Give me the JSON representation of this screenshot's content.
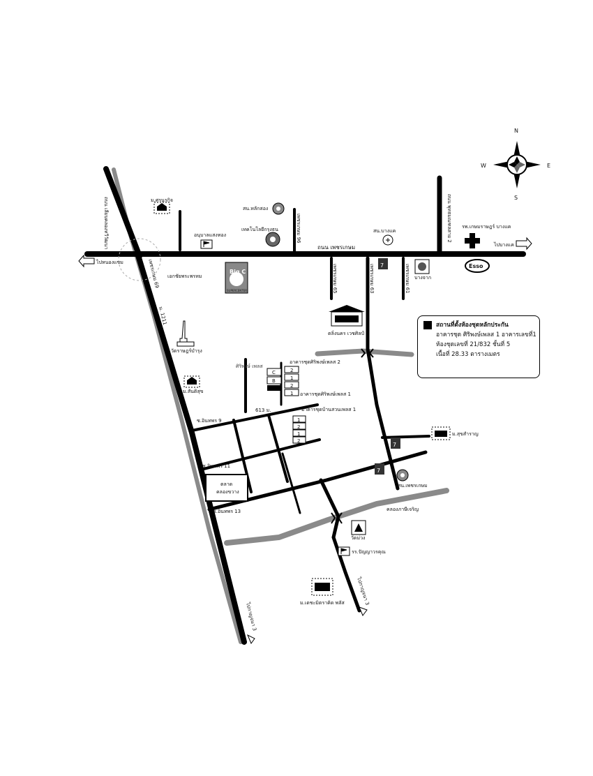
{
  "compass": {
    "n": "N",
    "s": "S",
    "e": "E",
    "w": "W"
  },
  "roads": {
    "phetkasem": "ถนน เพชรเกษม",
    "to_bang_khae": "ไปบางแค",
    "to_om_noi": "ไปหนองแขม",
    "left_vertical": "ถนน เลียบคลองทวีวัฒนา",
    "right_vertical": "ถนน พุทธมณฑลสาย 2",
    "soi_69_left": "เพชรเกษม 69",
    "soi_1211": "ม. 1211",
    "soi_96": "เพชรเกษม 96",
    "soi_65": "เพชรเกษม 65",
    "soi_63": "เพชรเกษม 63",
    "soi_61": "เพชรเกษม 61",
    "soi_613": "613 ม.",
    "inthaphot_9": "ซ.อินทพร 9",
    "inthaphot_11": "ซ.อินทพร 11",
    "inthaphot_13": "ซ.อินทพร 13",
    "to_kanchana_1": "ไปกาญจนา 3",
    "to_kanchana_2": "ไปกาญจนา 3",
    "canal": "คลองภาษีเจริญ"
  },
  "places": {
    "m_sornsukit": "ม.ศรนรกิจ",
    "anuban": "อนุบาลแสงทอง",
    "fueling_lak_song": "สน.หลักสอง",
    "tech_thai": "เทคโนโลยีกรุงธน",
    "samaw": "สน.บางแค",
    "hospital": "รพ.เกษมราษฎร์ บางแค",
    "bigc_title": "Big C",
    "bigc_sub": "SUPERCENTER",
    "ekachai": "เอกชัยพระพรหม",
    "bangchak": "บางจาก",
    "esso": "Esso",
    "seven": "7",
    "wat_rat": "วัดราษฎร์บำรุง",
    "m_santisuk": "ม.สันติสุข",
    "siriphong": "ศิริพงษ์ เพลส",
    "bldg_2": "อาคารชุดศิริพงษ์เพลส 2",
    "bldg_1": "อาคารชุดศิริพงษ์เพลส 1",
    "bldg_park": "อาคารชุดบ้านสวนเพลส 1",
    "block_c": "C",
    "block_b": "B",
    "blk_2a": "2",
    "blk_1a": "1",
    "blk_2b": "2",
    "blk_1b": "1",
    "blk_1c": "1",
    "blk_2c": "2",
    "blk_1d": "1",
    "blk_2d": "2",
    "market_1": "ตลาด",
    "market_2": "คลองขวาง",
    "thawee_building": "ตลิ่งนคร เวชศิลป์",
    "m_sukhsawat": "ม.สุขสำราญ",
    "sn_phetkasem": "สน.เพชรเกษม",
    "wat_muang": "วัดม่วง",
    "school": "รร.ปัญญาวรคุณ",
    "m_dechamitra": "ม.เดชะมิตราคิด พลัส"
  },
  "legend": {
    "title": "สถานที่ตั้งห้องชุดหลักประกัน",
    "line1": "อาคารชุด ศิริพงษ์เพลส 1  อาคารเลขที่1",
    "line2": "ห้องชุดเลขที่ 21/832 ชั้นที่ 5",
    "line3": "เนื้อที่ 28.33 ตารางเมตร"
  }
}
